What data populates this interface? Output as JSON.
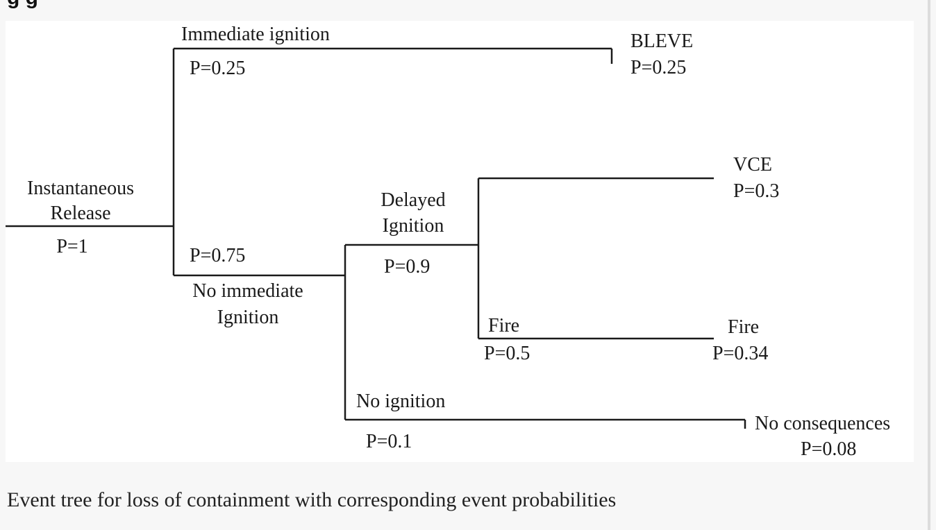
{
  "tree": {
    "initiating_event": {
      "label_line1": "Instantaneous",
      "label_line2": "Release",
      "probability": "P=1"
    },
    "branches": {
      "immediate_ignition": {
        "label": "Immediate ignition",
        "probability": "P=0.25"
      },
      "no_immediate_ignition": {
        "label_line1": "No immediate",
        "label_line2": "Ignition",
        "probability": "P=0.75"
      },
      "delayed_ignition": {
        "label_line1": "Delayed",
        "label_line2": "Ignition",
        "probability": "P=0.9"
      },
      "fire": {
        "label": "Fire",
        "probability": "P=0.5"
      },
      "no_ignition": {
        "label": "No ignition",
        "probability": "P=0.1"
      }
    },
    "outcomes": {
      "bleve": {
        "label": "BLEVE",
        "probability": "P=0.25"
      },
      "vce": {
        "label": "VCE",
        "probability": "P=0.3"
      },
      "fire": {
        "label": "Fire",
        "probability": "P=0.34"
      },
      "no_consequences": {
        "label": "No consequences",
        "probability": "P=0.08"
      }
    }
  },
  "caption": "Event tree for loss of containment with corresponding event probabilities"
}
